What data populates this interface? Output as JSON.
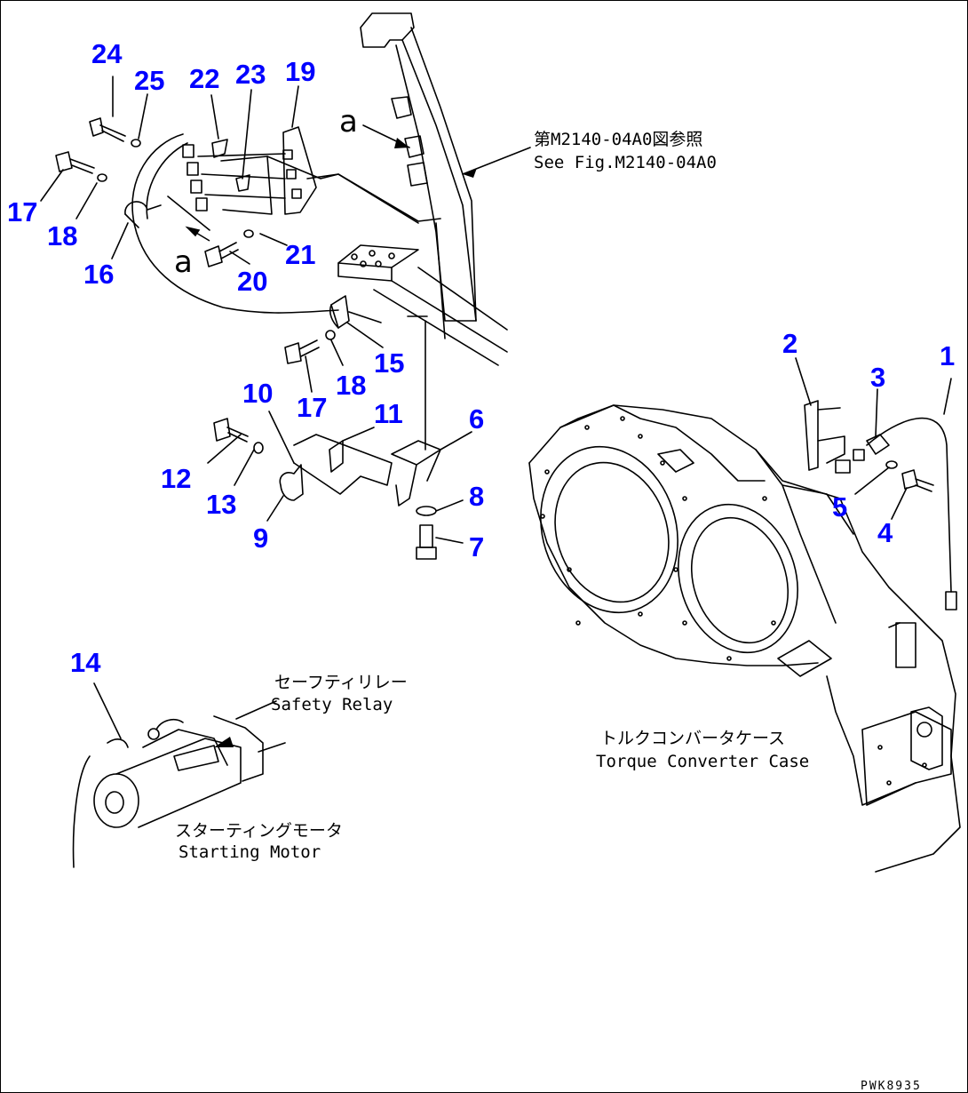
{
  "diagram": {
    "callouts": [
      {
        "id": "c24",
        "label": "24"
      },
      {
        "id": "c25",
        "label": "25"
      },
      {
        "id": "c22",
        "label": "22"
      },
      {
        "id": "c23",
        "label": "23"
      },
      {
        "id": "c19",
        "label": "19"
      },
      {
        "id": "c17a",
        "label": "17"
      },
      {
        "id": "c18a",
        "label": "18"
      },
      {
        "id": "c16",
        "label": "16"
      },
      {
        "id": "c20",
        "label": "20"
      },
      {
        "id": "c21",
        "label": "21"
      },
      {
        "id": "c15",
        "label": "15"
      },
      {
        "id": "c18b",
        "label": "18"
      },
      {
        "id": "c17b",
        "label": "17"
      },
      {
        "id": "c10",
        "label": "10"
      },
      {
        "id": "c11",
        "label": "11"
      },
      {
        "id": "c6",
        "label": "6"
      },
      {
        "id": "c12",
        "label": "12"
      },
      {
        "id": "c13",
        "label": "13"
      },
      {
        "id": "c9",
        "label": "9"
      },
      {
        "id": "c8",
        "label": "8"
      },
      {
        "id": "c7",
        "label": "7"
      },
      {
        "id": "c2",
        "label": "2"
      },
      {
        "id": "c3",
        "label": "3"
      },
      {
        "id": "c1",
        "label": "1"
      },
      {
        "id": "c5",
        "label": "5"
      },
      {
        "id": "c4",
        "label": "4"
      },
      {
        "id": "c14",
        "label": "14"
      }
    ],
    "view_markers": [
      {
        "id": "a1",
        "label": "a"
      },
      {
        "id": "a2",
        "label": "a"
      }
    ],
    "annotations": {
      "ref_jp": "第M2140-04A0図参照",
      "ref_en": "See Fig.M2140-04A0",
      "relay_jp": "セーフティリレー",
      "relay_en": "Safety Relay",
      "motor_jp": "スターティングモータ",
      "motor_en": "Starting Motor",
      "case_jp": "トルクコンバータケース",
      "case_en": "Torque Converter Case",
      "code": "PWK8935"
    },
    "colors": {
      "callout": "#0000ff",
      "line": "#000000",
      "background": "#ffffff"
    }
  }
}
